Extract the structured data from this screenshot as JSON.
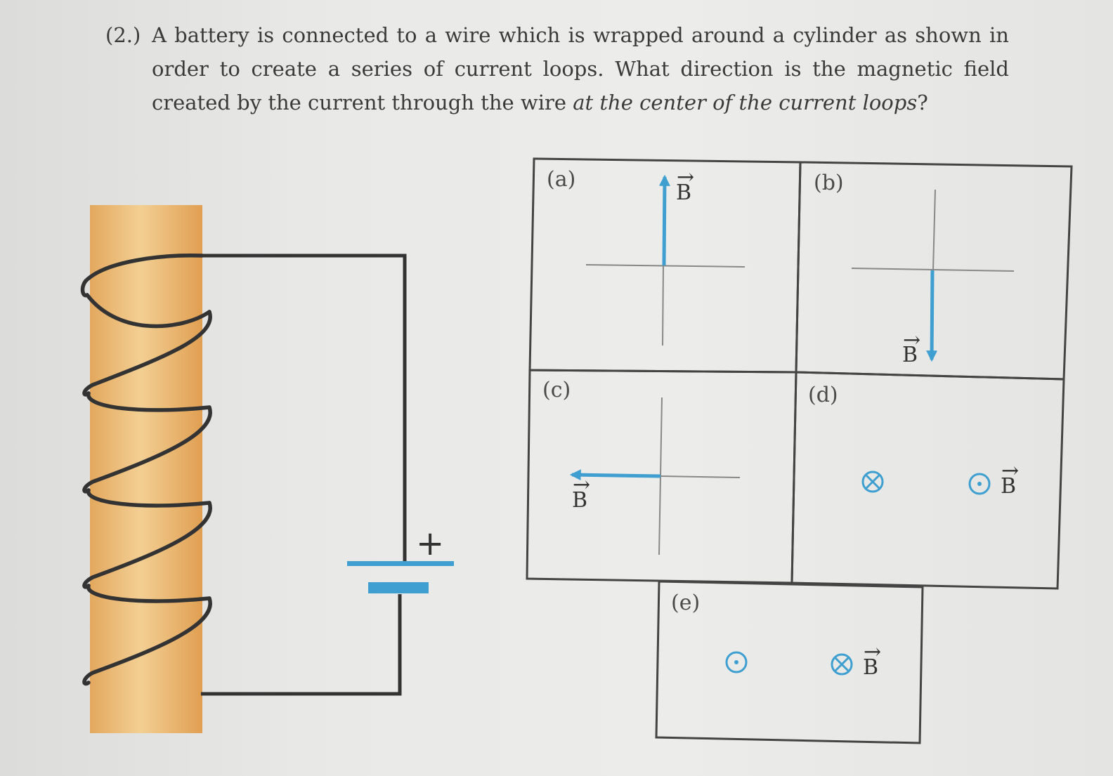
{
  "question": {
    "number": "(2.)",
    "text_part1": "A battery is connected to a wire which is wrapped around a cylinder as shown in order to create a series of current loops. What direction is the magnetic field created by the current through the wire ",
    "text_italic": "at the center of the current loops",
    "text_part2": "?"
  },
  "circuit": {
    "battery_positive_label": "+"
  },
  "options": [
    {
      "label": "(a)",
      "field_label": "B",
      "direction": "up"
    },
    {
      "label": "(b)",
      "field_label": "B",
      "direction": "down"
    },
    {
      "label": "(c)",
      "field_label": "B",
      "direction": "left"
    },
    {
      "label": "(d)",
      "field_label": "B",
      "direction": "out of page (dot)"
    },
    {
      "label": "(e)",
      "field_label": "B",
      "direction": "into page (cross)"
    }
  ],
  "colors": {
    "arrow": "#3f9fd0",
    "wire": "#333333",
    "cylinder_light": "#f0c98a",
    "cylinder_dark": "#e2a65a"
  }
}
